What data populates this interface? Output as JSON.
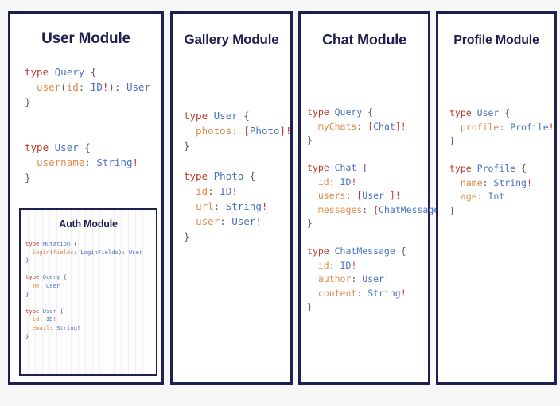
{
  "background_color": "#f7f7f7",
  "border_color": "#1d2050",
  "syntax_colors": {
    "keyword": "#c0392b",
    "type_name": "#4a72c4",
    "field_name": "#e08b4a",
    "punctuation": "#5b5f66",
    "bang": "#c0392b"
  },
  "panels": [
    {
      "id": "user",
      "title": "User Module",
      "code_lines": [
        [
          [
            "k",
            "type "
          ],
          [
            "t",
            "Query"
          ],
          [
            "p",
            " {"
          ]
        ],
        [
          [
            "p",
            "  "
          ],
          [
            "f",
            "user"
          ],
          [
            "p",
            "("
          ],
          [
            "f",
            "id"
          ],
          [
            "p",
            ": "
          ],
          [
            "t",
            "ID"
          ],
          [
            "b",
            "!"
          ],
          [
            "p",
            "): "
          ],
          [
            "t",
            "User"
          ]
        ],
        [
          [
            "p",
            "}"
          ]
        ],
        [
          [
            "p",
            ""
          ]
        ],
        [
          [
            "p",
            ""
          ]
        ],
        [
          [
            "k",
            "type "
          ],
          [
            "t",
            "User"
          ],
          [
            "p",
            " {"
          ]
        ],
        [
          [
            "p",
            "  "
          ],
          [
            "f",
            "username"
          ],
          [
            "p",
            ": "
          ],
          [
            "t",
            "String"
          ],
          [
            "b",
            "!"
          ]
        ],
        [
          [
            "p",
            "}"
          ]
        ]
      ]
    },
    {
      "id": "gallery",
      "title": "Gallery Module",
      "code_lines": [
        [
          [
            "k",
            "type "
          ],
          [
            "t",
            "User"
          ],
          [
            "p",
            " {"
          ]
        ],
        [
          [
            "p",
            "  "
          ],
          [
            "f",
            "photos"
          ],
          [
            "p",
            ": "
          ],
          [
            "b",
            "["
          ],
          [
            "t",
            "Photo"
          ],
          [
            "b",
            "]!"
          ]
        ],
        [
          [
            "p",
            "}"
          ]
        ],
        [
          [
            "p",
            ""
          ]
        ],
        [
          [
            "k",
            "type "
          ],
          [
            "t",
            "Photo"
          ],
          [
            "p",
            " {"
          ]
        ],
        [
          [
            "p",
            "  "
          ],
          [
            "f",
            "id"
          ],
          [
            "p",
            ": "
          ],
          [
            "t",
            "ID"
          ],
          [
            "b",
            "!"
          ]
        ],
        [
          [
            "p",
            "  "
          ],
          [
            "f",
            "url"
          ],
          [
            "p",
            ": "
          ],
          [
            "t",
            "String"
          ],
          [
            "b",
            "!"
          ]
        ],
        [
          [
            "p",
            "  "
          ],
          [
            "f",
            "user"
          ],
          [
            "p",
            ": "
          ],
          [
            "t",
            "User"
          ],
          [
            "b",
            "!"
          ]
        ],
        [
          [
            "p",
            "}"
          ]
        ]
      ]
    },
    {
      "id": "chat",
      "title": "Chat Module",
      "code_lines": [
        [
          [
            "k",
            "type "
          ],
          [
            "t",
            "Query"
          ],
          [
            "p",
            " {"
          ]
        ],
        [
          [
            "p",
            "  "
          ],
          [
            "f",
            "myChats"
          ],
          [
            "p",
            ": "
          ],
          [
            "b",
            "["
          ],
          [
            "t",
            "Chat"
          ],
          [
            "b",
            "]!"
          ]
        ],
        [
          [
            "p",
            "}"
          ]
        ],
        [
          [
            "p",
            ""
          ]
        ],
        [
          [
            "k",
            "type "
          ],
          [
            "t",
            "Chat"
          ],
          [
            "p",
            " {"
          ]
        ],
        [
          [
            "p",
            "  "
          ],
          [
            "f",
            "id"
          ],
          [
            "p",
            ": "
          ],
          [
            "t",
            "ID"
          ],
          [
            "b",
            "!"
          ]
        ],
        [
          [
            "p",
            "  "
          ],
          [
            "f",
            "users"
          ],
          [
            "p",
            ": "
          ],
          [
            "b",
            "["
          ],
          [
            "t",
            "User"
          ],
          [
            "b",
            "!]!"
          ]
        ],
        [
          [
            "p",
            "  "
          ],
          [
            "f",
            "messages"
          ],
          [
            "p",
            ": "
          ],
          [
            "b",
            "["
          ],
          [
            "t",
            "ChatMessage"
          ],
          [
            "b",
            "]!"
          ]
        ],
        [
          [
            "p",
            "}"
          ]
        ],
        [
          [
            "p",
            ""
          ]
        ],
        [
          [
            "k",
            "type "
          ],
          [
            "t",
            "ChatMessage"
          ],
          [
            "p",
            " {"
          ]
        ],
        [
          [
            "p",
            "  "
          ],
          [
            "f",
            "id"
          ],
          [
            "p",
            ": "
          ],
          [
            "t",
            "ID"
          ],
          [
            "b",
            "!"
          ]
        ],
        [
          [
            "p",
            "  "
          ],
          [
            "f",
            "author"
          ],
          [
            "p",
            ": "
          ],
          [
            "t",
            "User"
          ],
          [
            "b",
            "!"
          ]
        ],
        [
          [
            "p",
            "  "
          ],
          [
            "f",
            "content"
          ],
          [
            "p",
            ": "
          ],
          [
            "t",
            "String"
          ],
          [
            "b",
            "!"
          ]
        ],
        [
          [
            "p",
            "}"
          ]
        ]
      ]
    },
    {
      "id": "profile",
      "title": "Profile Module",
      "code_lines": [
        [
          [
            "k",
            "type "
          ],
          [
            "t",
            "User"
          ],
          [
            "p",
            " {"
          ]
        ],
        [
          [
            "p",
            "  "
          ],
          [
            "f",
            "profile"
          ],
          [
            "p",
            ": "
          ],
          [
            "t",
            "Profile"
          ],
          [
            "b",
            "!"
          ]
        ],
        [
          [
            "p",
            "}"
          ]
        ],
        [
          [
            "p",
            ""
          ]
        ],
        [
          [
            "k",
            "type "
          ],
          [
            "t",
            "Profile"
          ],
          [
            "p",
            " {"
          ]
        ],
        [
          [
            "p",
            "  "
          ],
          [
            "f",
            "name"
          ],
          [
            "p",
            ": "
          ],
          [
            "t",
            "String"
          ],
          [
            "b",
            "!"
          ]
        ],
        [
          [
            "p",
            "  "
          ],
          [
            "f",
            "age"
          ],
          [
            "p",
            ": "
          ],
          [
            "t",
            "Int"
          ]
        ],
        [
          [
            "p",
            "}"
          ]
        ]
      ]
    }
  ],
  "nested_panel": {
    "id": "auth",
    "parent": "user",
    "title": "Auth Module",
    "code_lines": [
      [
        [
          "k",
          "type "
        ],
        [
          "t",
          "Mutation"
        ],
        [
          "p",
          " {"
        ]
      ],
      [
        [
          "p",
          "  "
        ],
        [
          "f",
          "login"
        ],
        [
          "p",
          "("
        ],
        [
          "f",
          "fields"
        ],
        [
          "p",
          ": "
        ],
        [
          "t",
          "LoginFields"
        ],
        [
          "p",
          "): "
        ],
        [
          "t",
          "User"
        ]
      ],
      [
        [
          "p",
          "}"
        ]
      ],
      [
        [
          "p",
          ""
        ]
      ],
      [
        [
          "k",
          "type "
        ],
        [
          "t",
          "Query"
        ],
        [
          "p",
          " {"
        ]
      ],
      [
        [
          "p",
          "  "
        ],
        [
          "f",
          "me"
        ],
        [
          "p",
          ": "
        ],
        [
          "t",
          "User"
        ]
      ],
      [
        [
          "p",
          "}"
        ]
      ],
      [
        [
          "p",
          ""
        ]
      ],
      [
        [
          "k",
          "type "
        ],
        [
          "t",
          "User"
        ],
        [
          "p",
          " {"
        ]
      ],
      [
        [
          "p",
          "  "
        ],
        [
          "f",
          "id"
        ],
        [
          "p",
          ": "
        ],
        [
          "t",
          "ID"
        ],
        [
          "b",
          "!"
        ]
      ],
      [
        [
          "p",
          "  "
        ],
        [
          "f",
          "email"
        ],
        [
          "p",
          ": "
        ],
        [
          "t",
          "String"
        ],
        [
          "b",
          "!"
        ]
      ],
      [
        [
          "p",
          "}"
        ]
      ]
    ]
  }
}
